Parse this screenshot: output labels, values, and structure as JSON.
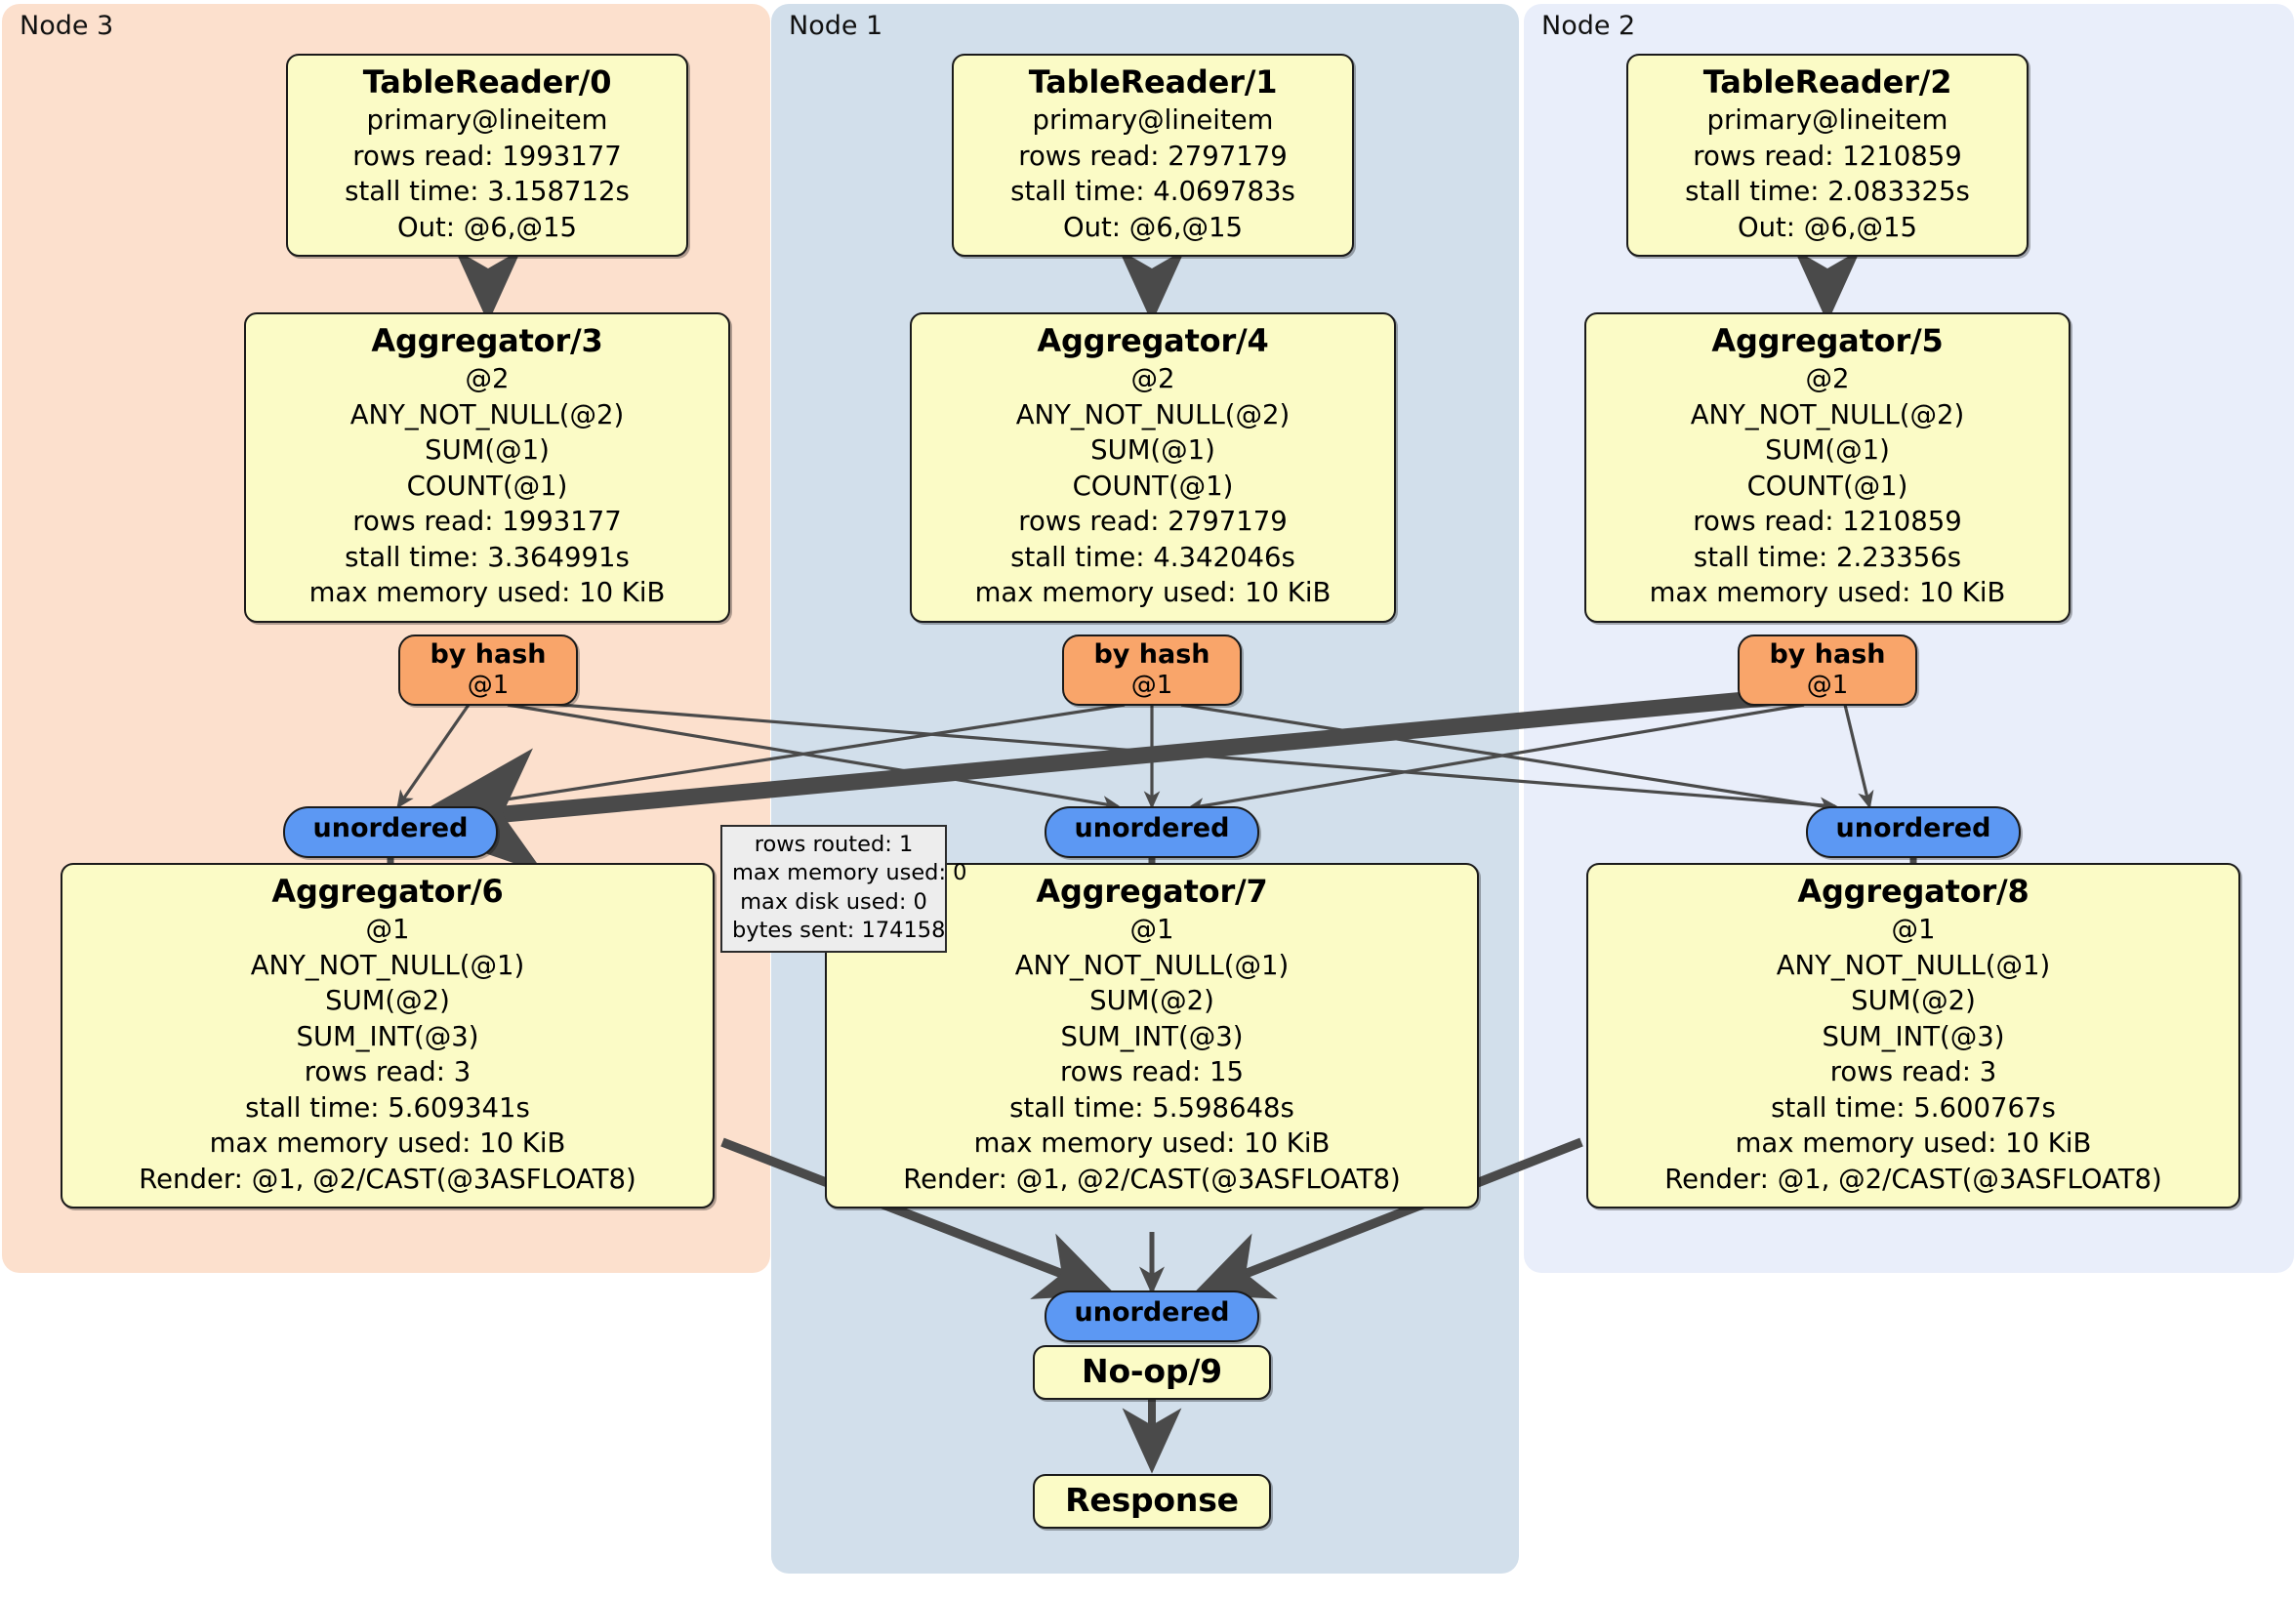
{
  "diagram": {
    "type": "distributed-query-execution-plan",
    "regions": [
      {
        "label": "Node 3"
      },
      {
        "label": "Node 1"
      },
      {
        "label": "Node 2"
      }
    ]
  },
  "processors": {
    "tablereader0": {
      "title": "TableReader/0",
      "l1": "primary@lineitem",
      "l2": "rows read: 1993177",
      "l3": "stall time: 3.158712s",
      "l4": "Out: @6,@15"
    },
    "tablereader1": {
      "title": "TableReader/1",
      "l1": "primary@lineitem",
      "l2": "rows read: 2797179",
      "l3": "stall time: 4.069783s",
      "l4": "Out: @6,@15"
    },
    "tablereader2": {
      "title": "TableReader/2",
      "l1": "primary@lineitem",
      "l2": "rows read: 1210859",
      "l3": "stall time: 2.083325s",
      "l4": "Out: @6,@15"
    },
    "aggregator3": {
      "title": "Aggregator/3",
      "l1": "@2",
      "l2": "ANY_NOT_NULL(@2)",
      "l3": "SUM(@1)",
      "l4": "COUNT(@1)",
      "l5": "rows read: 1993177",
      "l6": "stall time: 3.364991s",
      "l7": "max memory used: 10 KiB"
    },
    "aggregator4": {
      "title": "Aggregator/4",
      "l1": "@2",
      "l2": "ANY_NOT_NULL(@2)",
      "l3": "SUM(@1)",
      "l4": "COUNT(@1)",
      "l5": "rows read: 2797179",
      "l6": "stall time: 4.342046s",
      "l7": "max memory used: 10 KiB"
    },
    "aggregator5": {
      "title": "Aggregator/5",
      "l1": "@2",
      "l2": "ANY_NOT_NULL(@2)",
      "l3": "SUM(@1)",
      "l4": "COUNT(@1)",
      "l5": "rows read: 1210859",
      "l6": "stall time: 2.23356s",
      "l7": "max memory used: 10 KiB"
    },
    "aggregator6": {
      "title": "Aggregator/6",
      "l1": "@1",
      "l2": "ANY_NOT_NULL(@1)",
      "l3": "SUM(@2)",
      "l4": "SUM_INT(@3)",
      "l5": "rows read: 3",
      "l6": "stall time: 5.609341s",
      "l7": "max memory used: 10 KiB",
      "l8": "Render: @1, @2/CAST(@3ASFLOAT8)"
    },
    "aggregator7": {
      "title": "Aggregator/7",
      "l1": "@1",
      "l2": "ANY_NOT_NULL(@1)",
      "l3": "SUM(@2)",
      "l4": "SUM_INT(@3)",
      "l5": "rows read: 15",
      "l6": "stall time: 5.598648s",
      "l7": "max memory used: 10 KiB",
      "l8": "Render: @1, @2/CAST(@3ASFLOAT8)"
    },
    "aggregator8": {
      "title": "Aggregator/8",
      "l1": "@1",
      "l2": "ANY_NOT_NULL(@1)",
      "l3": "SUM(@2)",
      "l4": "SUM_INT(@3)",
      "l5": "rows read: 3",
      "l6": "stall time: 5.600767s",
      "l7": "max memory used: 10 KiB",
      "l8": "Render: @1, @2/CAST(@3ASFLOAT8)"
    },
    "noop9": {
      "title": "No-op/9"
    },
    "response": {
      "title": "Response"
    }
  },
  "routers": {
    "hash3": {
      "label": "by hash",
      "column": "@1"
    },
    "hash4": {
      "label": "by hash",
      "column": "@1"
    },
    "hash5": {
      "label": "by hash",
      "column": "@1"
    }
  },
  "synchronizers": {
    "sync6": {
      "label": "unordered"
    },
    "sync7": {
      "label": "unordered"
    },
    "sync8": {
      "label": "unordered"
    },
    "sync9": {
      "label": "unordered"
    }
  },
  "stream_stats": {
    "l1": "rows routed: 1",
    "l2": "max memory used: 0",
    "l3": "max disk used: 0",
    "l4": "bytes sent: 174158"
  },
  "colors": {
    "node3_bg": "#fce0cd",
    "node1_bg": "#d2dfeb",
    "node2_bg": "#e9eefa",
    "processor_fill": "#fbfbc6",
    "router_fill": "#f9a56a",
    "synchronizer_fill": "#5c98f3",
    "tooltip_fill": "#ededed",
    "edge_stroke": "#4a4a4a",
    "border": "#1a1a1a"
  }
}
